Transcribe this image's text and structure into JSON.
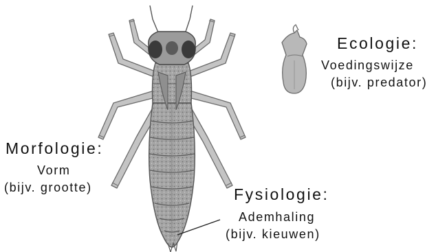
{
  "labels": {
    "ecologie": {
      "title": "Ecologie:",
      "aspect": "Voedingswijze",
      "example": "(bijv. predator)"
    },
    "morfologie": {
      "title": "Morfologie:",
      "aspect": "Vorm",
      "example": "(bijv. grootte)"
    },
    "fysiologie": {
      "title": "Fysiologie:",
      "aspect": "Ademhaling",
      "example": "(bijv. kieuwen)"
    }
  },
  "colors": {
    "text": "#111111",
    "body_fill": "#a9a9a9",
    "body_dark": "#4a4a4a",
    "leg_fill": "#c4c4c4",
    "labium_fill": "#b8b8b8"
  }
}
